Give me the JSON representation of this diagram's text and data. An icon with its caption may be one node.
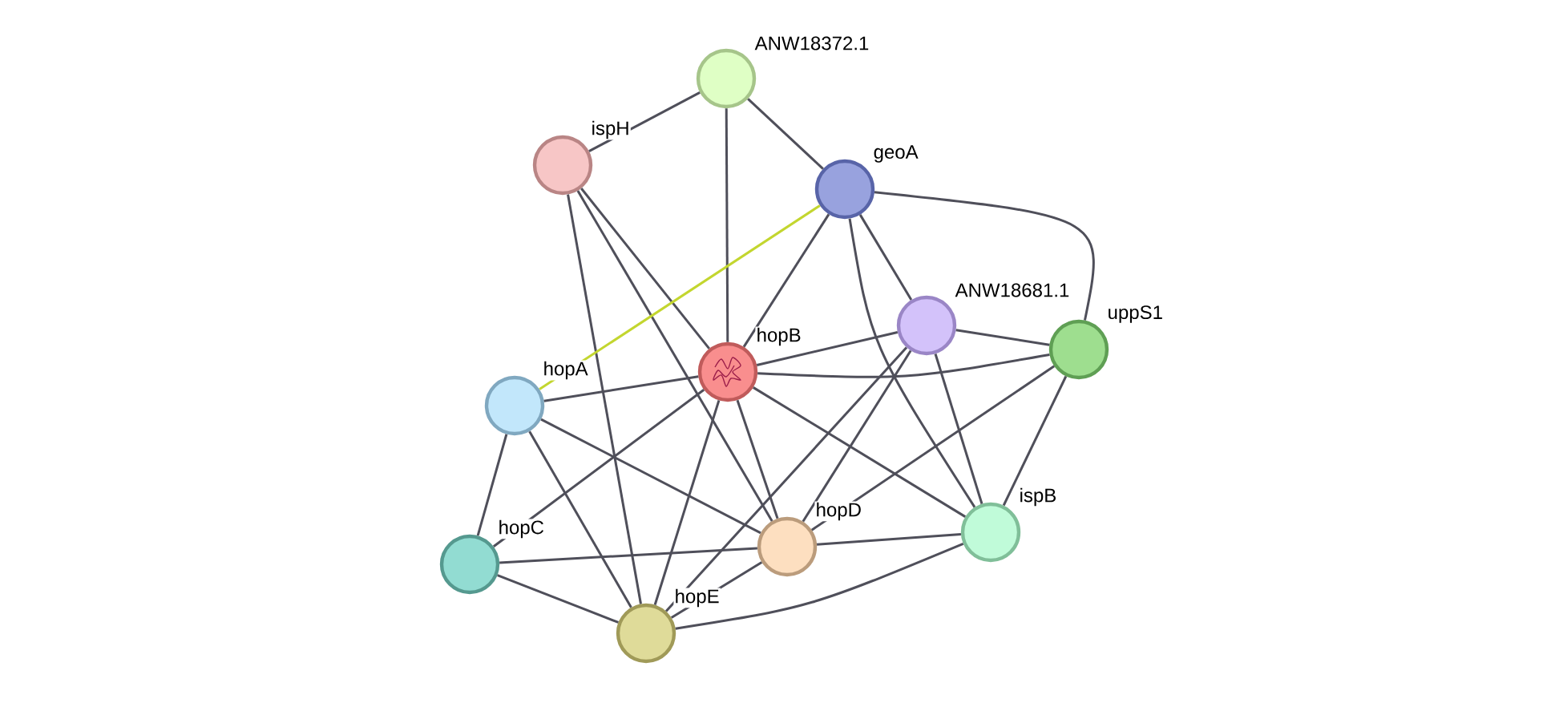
{
  "diagram": {
    "nodes": [
      {
        "text": [
          "ANW18372.1"
        ]
      },
      {
        "text": [
          "ispH"
        ]
      },
      {
        "text": [
          "geoA"
        ]
      },
      {
        "text": [
          "ANW18681.1"
        ]
      },
      {
        "text": [
          "uppS1"
        ]
      },
      {
        "text": [
          "hopB"
        ]
      },
      {
        "text": [
          "hopA"
        ]
      },
      {
        "text": [
          "hopC"
        ]
      },
      {
        "text": [
          "hopD"
        ]
      },
      {
        "text": [
          "ispB"
        ]
      },
      {
        "text": [
          "hopE"
        ]
      }
    ],
    "edges": [
      {
        "from": 0,
        "to": 1,
        "arrow": "none"
      },
      {
        "from": 0,
        "to": 5,
        "arrow": "none"
      },
      {
        "from": 0,
        "to": 2,
        "arrow": "none"
      },
      {
        "from": 1,
        "to": 5,
        "arrow": "none"
      },
      {
        "from": 1,
        "to": 8,
        "arrow": "none"
      },
      {
        "from": 1,
        "to": 10,
        "arrow": "none"
      },
      {
        "from": 2,
        "to": 5,
        "arrow": "none"
      },
      {
        "from": 2,
        "to": 3,
        "arrow": "none"
      },
      {
        "from": 2,
        "to": 4,
        "arrow": "none"
      },
      {
        "from": 2,
        "to": 6,
        "arrow": "none",
        "color": "#c3d62f"
      },
      {
        "from": 2,
        "to": 9,
        "arrow": "none"
      },
      {
        "from": 3,
        "to": 5,
        "arrow": "none"
      },
      {
        "from": 3,
        "to": 4,
        "arrow": "none"
      },
      {
        "from": 3,
        "to": 8,
        "arrow": "none"
      },
      {
        "from": 3,
        "to": 10,
        "arrow": "none"
      },
      {
        "from": 3,
        "to": 9,
        "arrow": "none"
      },
      {
        "from": 5,
        "to": 4,
        "arrow": "none"
      },
      {
        "from": 5,
        "to": 6,
        "arrow": "none"
      },
      {
        "from": 5,
        "to": 7,
        "arrow": "none"
      },
      {
        "from": 5,
        "to": 8,
        "arrow": "none"
      },
      {
        "from": 5,
        "to": 10,
        "arrow": "none"
      },
      {
        "from": 5,
        "to": 9,
        "arrow": "none"
      },
      {
        "from": 4,
        "to": 8,
        "arrow": "none"
      },
      {
        "from": 4,
        "to": 9,
        "arrow": "none"
      },
      {
        "from": 6,
        "to": 7,
        "arrow": "none"
      },
      {
        "from": 6,
        "to": 8,
        "arrow": "none"
      },
      {
        "from": 6,
        "to": 10,
        "arrow": "none"
      },
      {
        "from": 7,
        "to": 8,
        "arrow": "none"
      },
      {
        "from": 7,
        "to": 10,
        "arrow": "none"
      },
      {
        "from": 8,
        "to": 9,
        "arrow": "none"
      },
      {
        "from": 8,
        "to": 10,
        "arrow": "none"
      },
      {
        "from": 10,
        "to": 9,
        "arrow": "none"
      }
    ]
  }
}
